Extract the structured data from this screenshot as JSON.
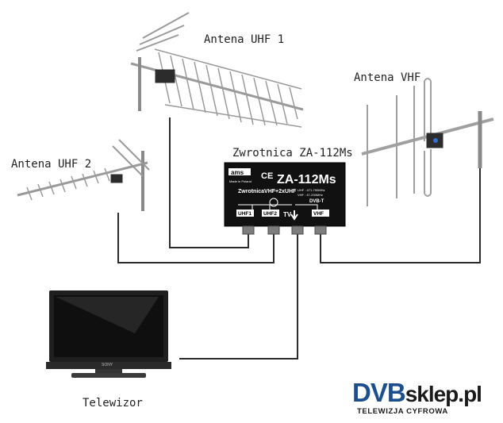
{
  "labels": {
    "uhf1": "Antena UHF 1",
    "uhf2": "Antena UHF 2",
    "vhf": "Antena VHF",
    "splitter": "Zwrotnica ZA-112Ms",
    "tv": "Telewizor"
  },
  "device": {
    "brand": "ams",
    "ce": "CE",
    "model": "ZA-112Ms",
    "made_in": "Made in Poland",
    "subtitle": "ZwrotnicaVHF+2xUHF",
    "spec_uhf": "UHF : 471-790MHz",
    "spec_vhf": "VHF : 47-230MHz",
    "standard": "DVB-T",
    "port_uhf1": "UHF1",
    "port_uhf2": "UHF2",
    "port_tv": "TV",
    "port_vhf": "VHF"
  },
  "tv": {
    "brand": "SONY"
  },
  "logo": {
    "dvb": "DVB",
    "sklep": "sklep.pl",
    "tagline": "TELEWIZJA CYFROWA"
  }
}
